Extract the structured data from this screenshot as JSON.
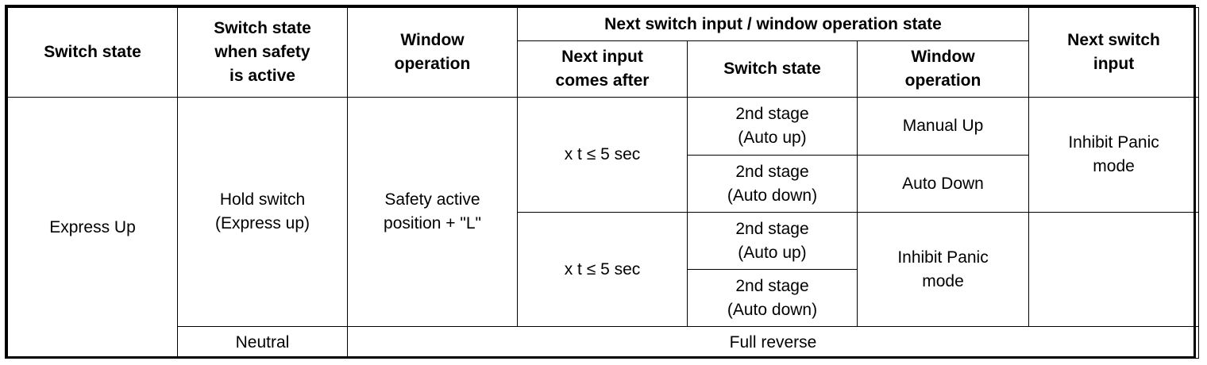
{
  "headers": {
    "switch_state": "Switch state",
    "switch_state_safety": "Switch state\nwhen safety\nis active",
    "window_operation": "Window\noperation",
    "next_group": "Next switch input / window operation state",
    "next_input_comes_after": "Next input\ncomes after",
    "sub_switch_state": "Switch state",
    "sub_window_operation": "Window\noperation",
    "next_switch_input": "Next switch\ninput"
  },
  "body": {
    "switch_state": "Express Up",
    "hold_switch": "Hold switch\n(Express up)",
    "safety_active": "Safety active\nposition + \"L\"",
    "group1_time": "x t ≤ 5 sec",
    "group2_time": "x t ≤ 5 sec",
    "row1_switch": "2nd stage\n(Auto up)",
    "row1_window": "Manual Up",
    "row2_switch": "2nd stage\n(Auto down)",
    "row2_window": "Auto Down",
    "group1_next": "Inhibit Panic\nmode",
    "row3_switch": "2nd stage\n(Auto up)",
    "row4_switch": "2nd stage\n(Auto down)",
    "group2_window": "Inhibit Panic\nmode",
    "group2_next": "",
    "neutral": "Neutral",
    "full_reverse": "Full reverse"
  }
}
